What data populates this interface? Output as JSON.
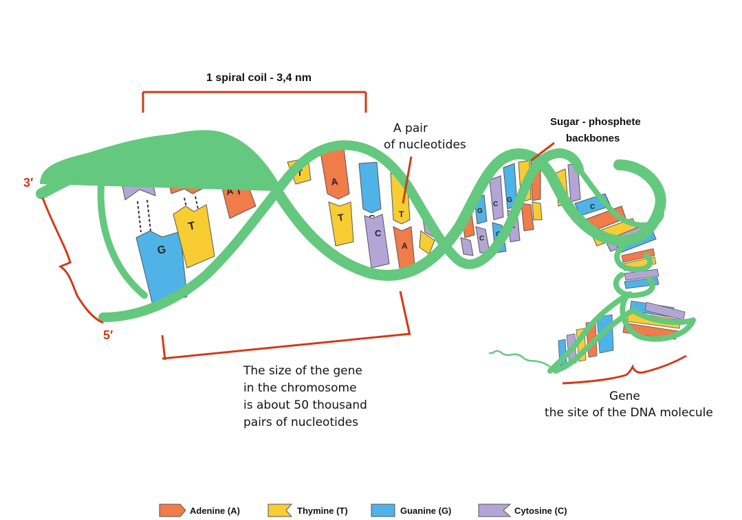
{
  "labels": {
    "spiral_coil": "1 spiral coil - 3,4 nm",
    "nucleotide_pair_line1": "A pair",
    "nucleotide_pair_line2": "of nucleotides",
    "backbone_line1": "Sugar - phosphete",
    "backbone_line2": "backbones",
    "end_3": "3′",
    "end_5": "5′",
    "gene_size_line1": "The size of the gene",
    "gene_size_line2": "in the chromosome",
    "gene_size_line3": "is about 50 thousand",
    "gene_size_line4": "pairs of nucleotides",
    "gene_line1": "Gene",
    "gene_line2": "the site of the DNA molecule"
  },
  "legend": [
    {
      "name": "Adenine (A)",
      "color": "#f07c4a"
    },
    {
      "name": "Thymine (T)",
      "color": "#f8cd33"
    },
    {
      "name": "Guanine (G)",
      "color": "#4fb3e8"
    },
    {
      "name": "Cytosine (C)",
      "color": "#b3a6d6"
    }
  ],
  "colors": {
    "backbone": "#64c87e",
    "annotation": "#d23a18",
    "adenine": "#f07c4a",
    "thymine": "#f8cd33",
    "guanine": "#4fb3e8",
    "cytosine": "#b3a6d6"
  }
}
